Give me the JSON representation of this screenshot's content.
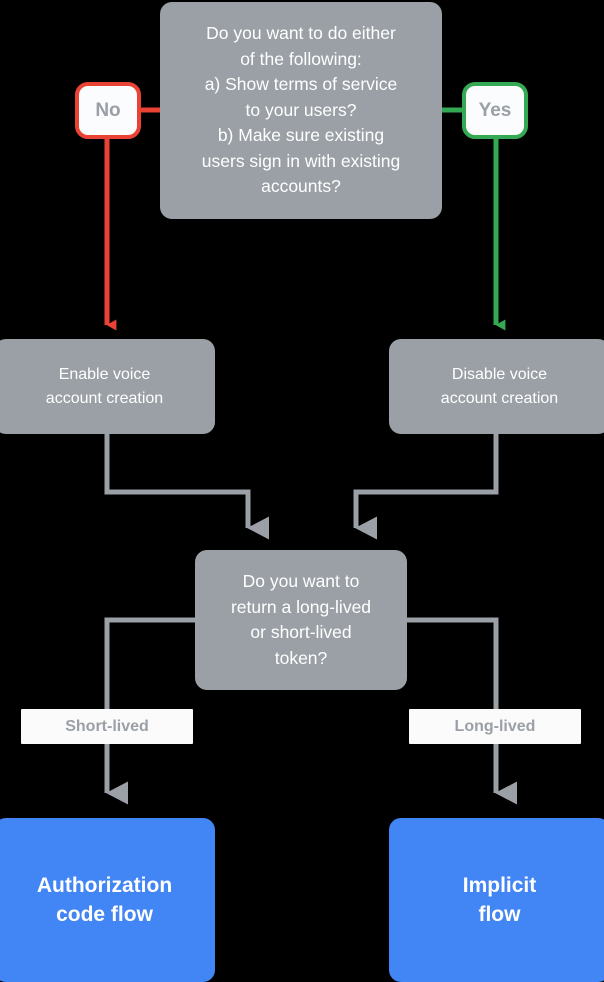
{
  "diagram": {
    "title": "Account linking flow decision chart",
    "background": "#000000",
    "colors": {
      "gray": "#9aa0a6",
      "blue": "#4285f4",
      "red": "#ea4335",
      "green": "#34a853",
      "white": "#ffffff"
    },
    "nodes": {
      "question_top": {
        "text": "Do you want to do either of the following: a) Show terms of service to your users? b) Make sure existing users sign in with existing accounts?",
        "lines": [
          "Do you want to do either",
          "of the following:",
          "a) Show terms of service",
          "to your users?",
          "b) Make sure existing",
          "users sign in with existing",
          "accounts?"
        ]
      },
      "badge_no": {
        "label": "No"
      },
      "badge_yes": {
        "label": "Yes"
      },
      "enable_voice": {
        "lines": [
          "Enable voice",
          "account creation"
        ]
      },
      "disable_voice": {
        "lines": [
          "Disable voice",
          "account creation"
        ]
      },
      "question_token": {
        "text": "Do you want to return a long-lived or short-lived token?",
        "lines": [
          "Do you want to",
          "return a long-lived",
          "or short-lived",
          "token?"
        ]
      },
      "label_short_lived": {
        "label": "Short-lived"
      },
      "label_long_lived": {
        "label": "Long-lived"
      },
      "result_authorization": {
        "lines": [
          "Authorization",
          "code flow"
        ]
      },
      "result_implicit": {
        "lines": [
          "Implicit",
          "flow"
        ]
      }
    }
  }
}
